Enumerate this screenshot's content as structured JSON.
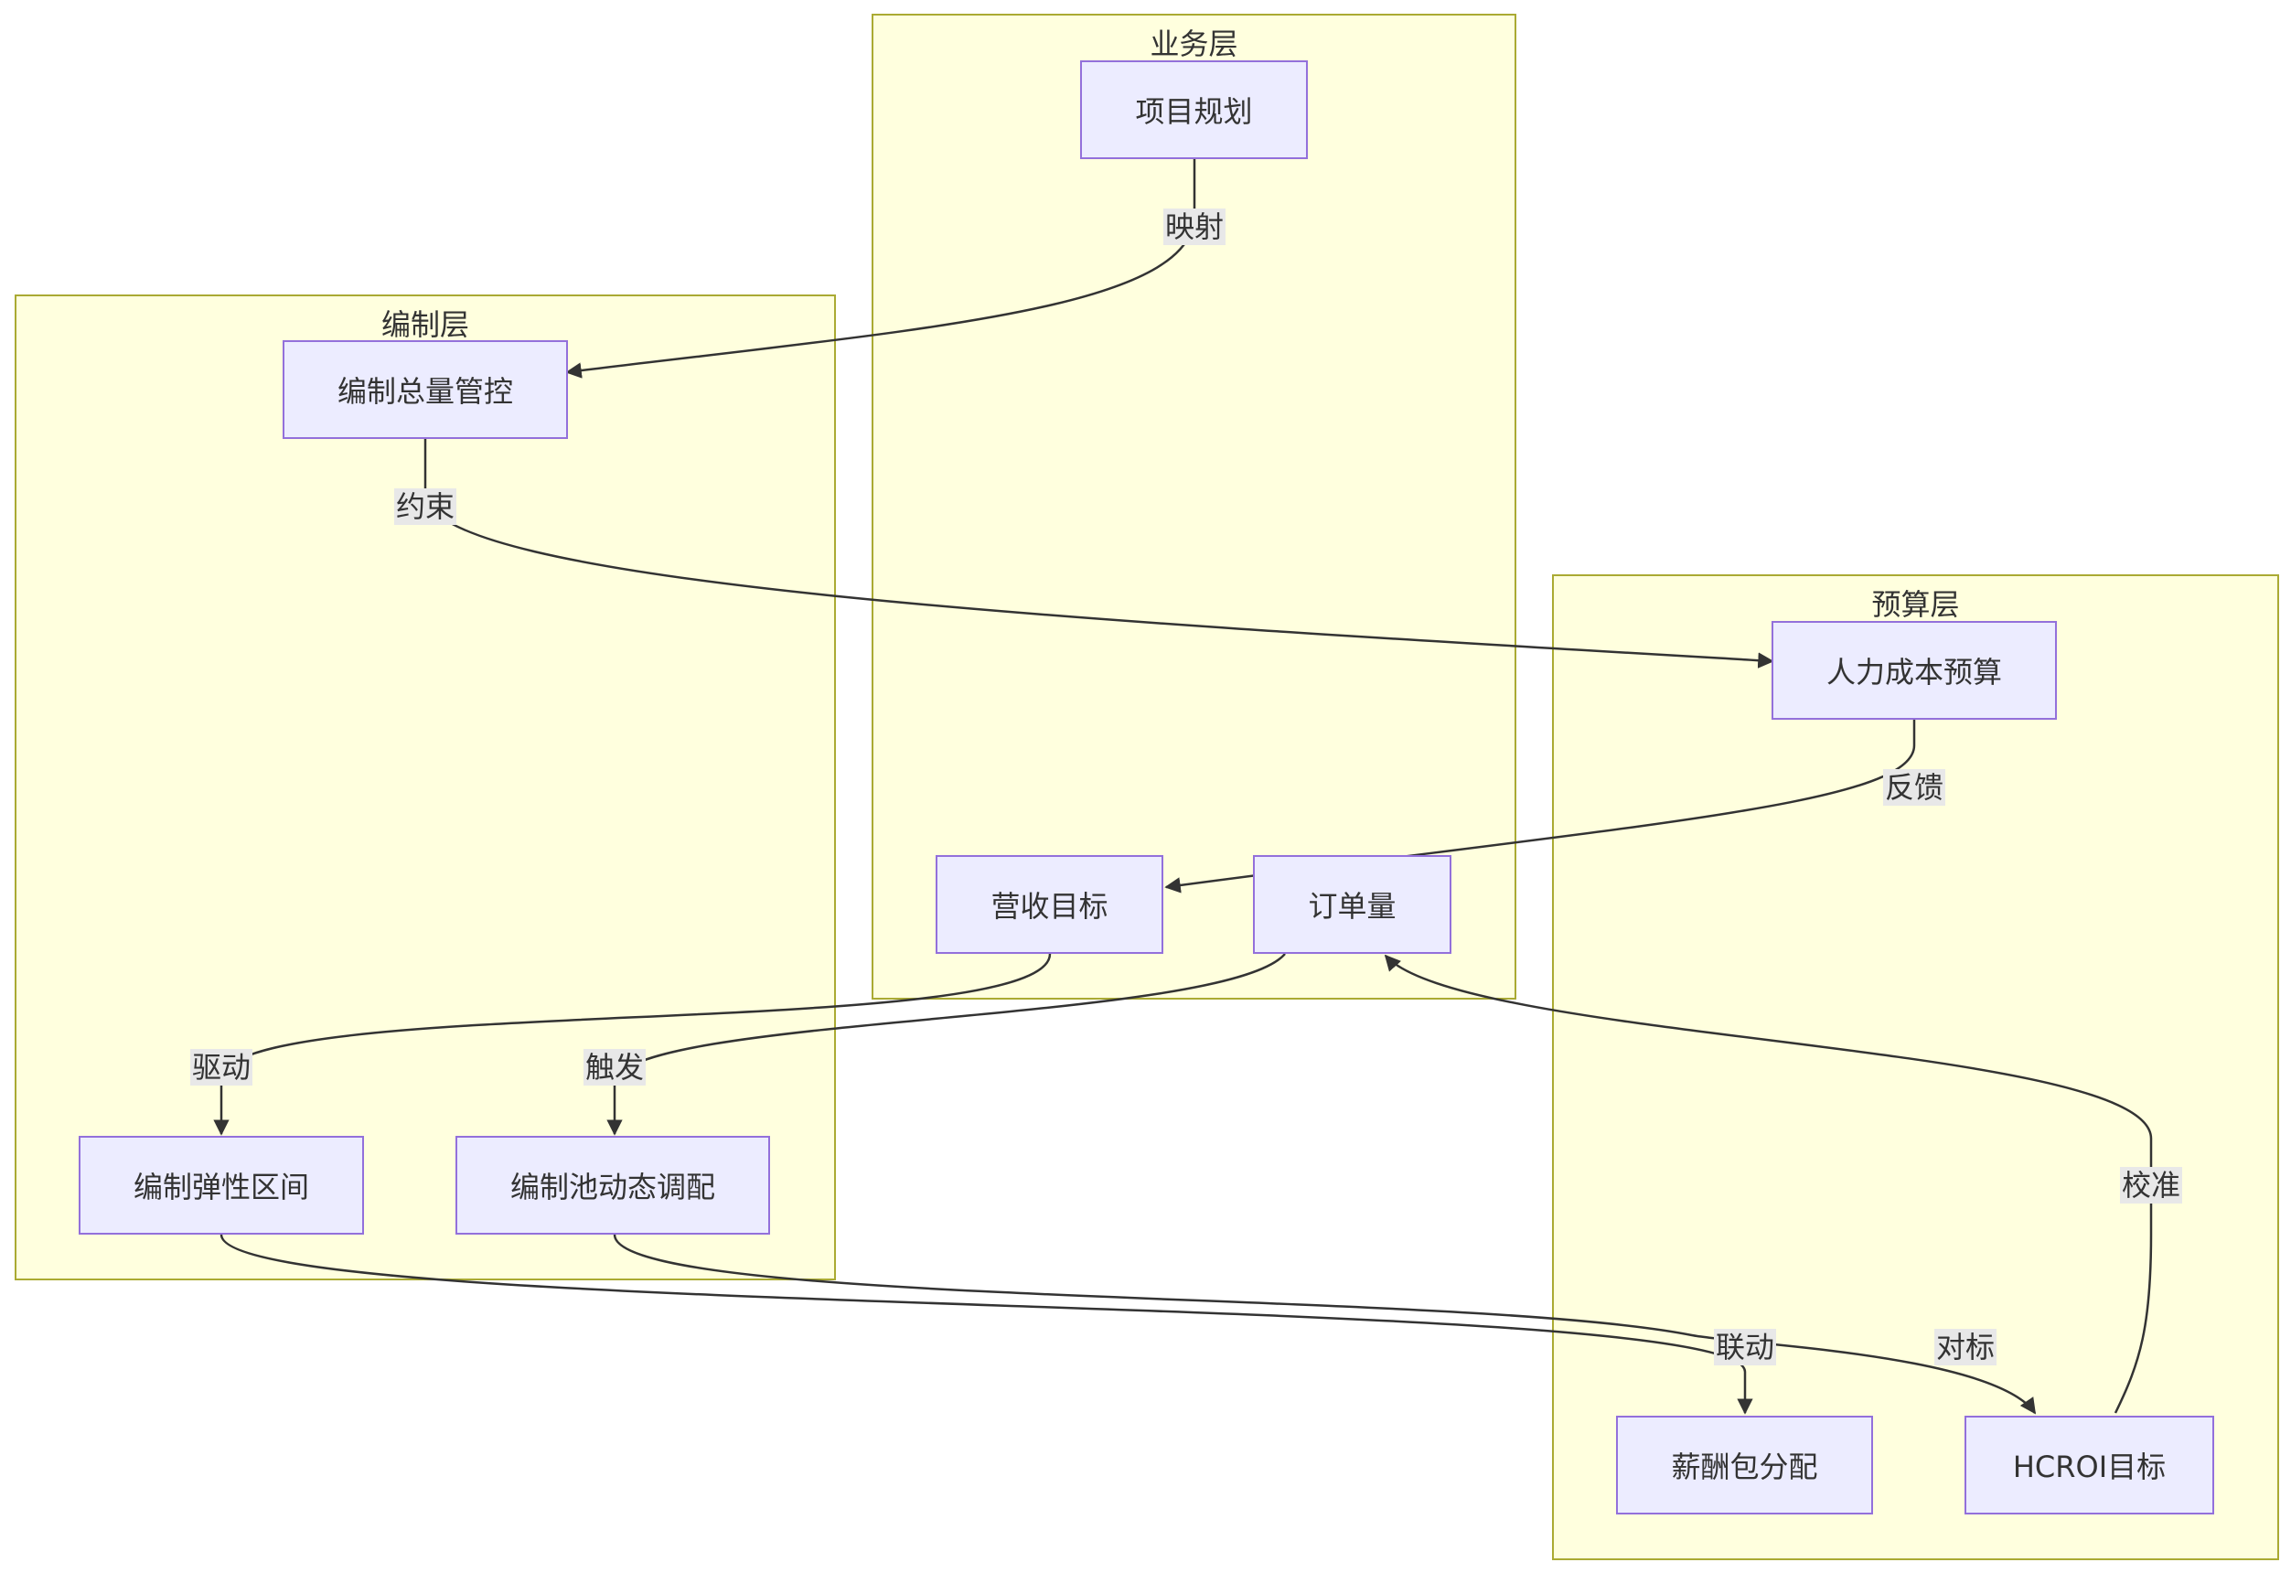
{
  "clusters": {
    "business": {
      "title": "业务层"
    },
    "staffing": {
      "title": "编制层"
    },
    "budget": {
      "title": "预算层"
    }
  },
  "nodes": {
    "project_plan": "项目规划",
    "revenue_target": "营收目标",
    "order_volume": "订单量",
    "headcount_control": "编制总量管控",
    "elastic_range": "编制弹性区间",
    "pool_allocation": "编制池动态调配",
    "labor_budget": "人力成本预算",
    "compensation": "薪酬包分配",
    "hcroi": "HCROI目标"
  },
  "edges": [
    {
      "from": "project_plan",
      "to": "headcount_control",
      "label": "映射"
    },
    {
      "from": "headcount_control",
      "to": "labor_budget",
      "label": "约束"
    },
    {
      "from": "labor_budget",
      "to": "revenue_target",
      "label": "反馈"
    },
    {
      "from": "revenue_target",
      "to": "elastic_range",
      "label": "驱动"
    },
    {
      "from": "order_volume",
      "to": "pool_allocation",
      "label": "触发"
    },
    {
      "from": "elastic_range",
      "to": "compensation",
      "label": "联动"
    },
    {
      "from": "pool_allocation",
      "to": "hcroi",
      "label": "对标"
    },
    {
      "from": "hcroi",
      "to": "order_volume",
      "label": "校准"
    }
  ],
  "colors": {
    "cluster_fill": "#ffffde",
    "cluster_stroke": "#aaaa33",
    "node_fill": "#ececff",
    "node_stroke": "#9370db",
    "edge": "#333333",
    "label_bg": "#e8e8e8"
  }
}
